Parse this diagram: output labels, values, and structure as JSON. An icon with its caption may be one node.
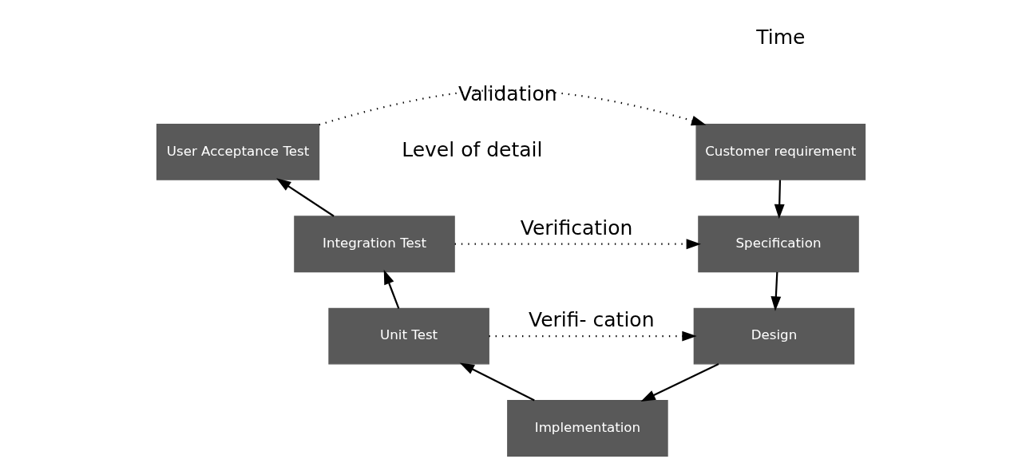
{
  "diagram": {
    "nodes": [
      {
        "text": [
          "Customer requirement"
        ]
      },
      {
        "text": [
          "Specification"
        ]
      },
      {
        "text": [
          "Design"
        ]
      },
      {
        "text": [
          "Implementation"
        ]
      },
      {
        "text": [
          "Unit Test"
        ]
      },
      {
        "text": [
          "Integration Test"
        ]
      },
      {
        "text": [
          "User Acceptance Test"
        ]
      }
    ],
    "edges": [
      {
        "from": 0,
        "to": 1,
        "arrow": "to"
      },
      {
        "from": 1,
        "to": 2,
        "arrow": "to"
      },
      {
        "from": 2,
        "to": 3,
        "arrow": "to"
      },
      {
        "from": 3,
        "to": 4,
        "arrow": "to"
      },
      {
        "from": 4,
        "to": 5,
        "arrow": "to"
      },
      {
        "from": 5,
        "to": 6,
        "arrow": "to"
      },
      {
        "from": 6,
        "to": 0,
        "arrow": "to",
        "label": "Validation",
        "style": "dashed"
      },
      {
        "from": 5,
        "to": 1,
        "arrow": "to",
        "label": "Verification",
        "style": "dashed"
      },
      {
        "from": 4,
        "to": 2,
        "arrow": "to",
        "label": "Verifi- cation",
        "style": "dashed"
      }
    ],
    "labels": [
      "Time",
      "Level of detail"
    ]
  }
}
